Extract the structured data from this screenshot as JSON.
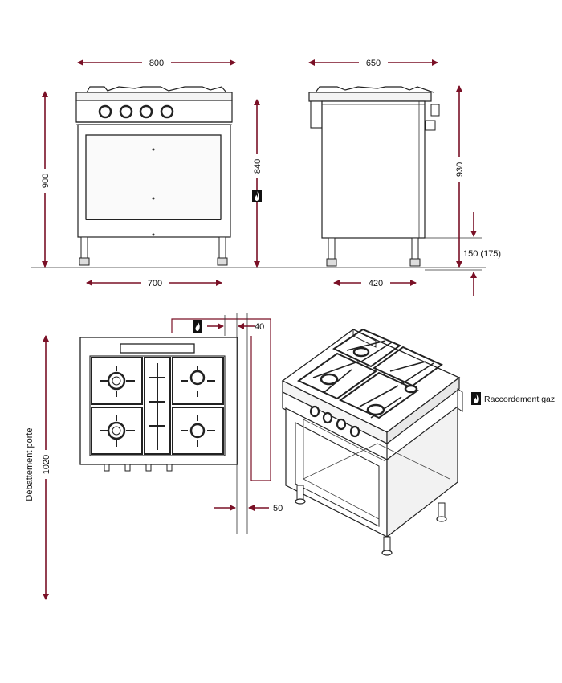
{
  "dimensions": {
    "front_width": "800",
    "front_height": "900",
    "front_inner_height": "840",
    "front_base_width": "700",
    "side_depth": "650",
    "side_height": "930",
    "side_base_depth": "420",
    "leg_height": "150 (175)",
    "top_offset": "40",
    "bottom_offset": "50",
    "door_clearance": "1020"
  },
  "labels": {
    "door_clearance_label": "Débattement porte",
    "gas_connection": "Raccordement gaz"
  },
  "colors": {
    "arrow": "#7a1026",
    "line": "#222222"
  },
  "icons": [
    "gas-flame-icon"
  ]
}
